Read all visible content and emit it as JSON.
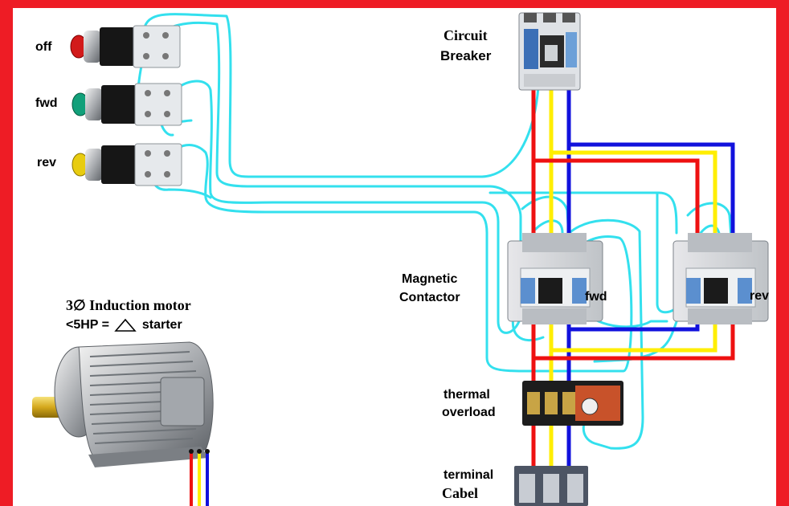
{
  "colors": {
    "frame": "#ee1c25",
    "wire_red": "#ee1111",
    "wire_yellow": "#ffee00",
    "wire_blue": "#1111dd",
    "control_wire": "#33e0ee",
    "button_off": "#d21a1a",
    "button_fwd": "#12a07a",
    "button_rev": "#e8cc10"
  },
  "buttons": {
    "off_label": "off",
    "fwd_label": "fwd",
    "rev_label": "rev"
  },
  "breaker": {
    "line1": "Circuit",
    "line2": "Breaker"
  },
  "contactor": {
    "line1": "Magnetic",
    "line2": "Contactor",
    "fwd_label": "fwd",
    "rev_label": "rev"
  },
  "overload": {
    "line1": "thermal",
    "line2": "overload"
  },
  "terminal": {
    "line1": "terminal",
    "line2": "Cabel"
  },
  "motor": {
    "title": "3∅ Induction motor",
    "subtitle_prefix": "<5HP = ",
    "subtitle_suffix": " starter",
    "delta_icon": "triangle-delta-icon"
  }
}
